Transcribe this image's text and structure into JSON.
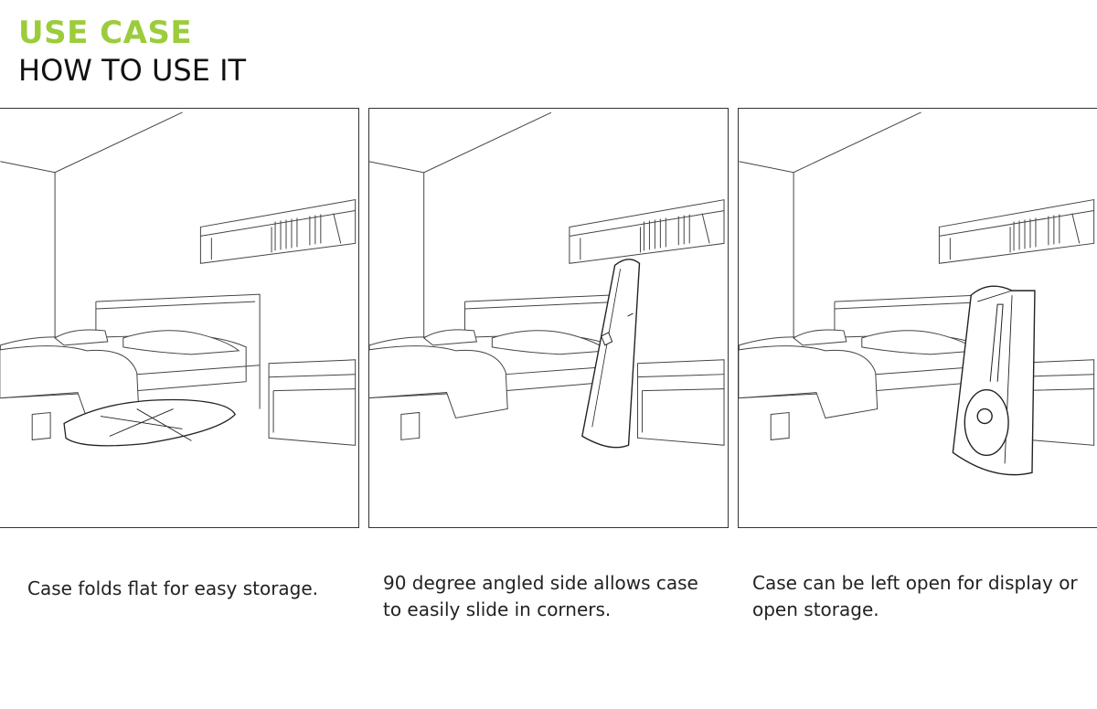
{
  "header": {
    "title": "USE CASE",
    "subtitle": "HOW TO USE IT",
    "title_color": "#9ccc3c"
  },
  "panels": [
    {
      "caption": "Case folds flat for easy storage.",
      "case_state": "folded-flat"
    },
    {
      "caption": "90 degree angled side allows case to easily slide in corners.",
      "case_state": "standing-closed"
    },
    {
      "caption": "Case can be left open for display or open storage.",
      "case_state": "standing-open"
    }
  ]
}
